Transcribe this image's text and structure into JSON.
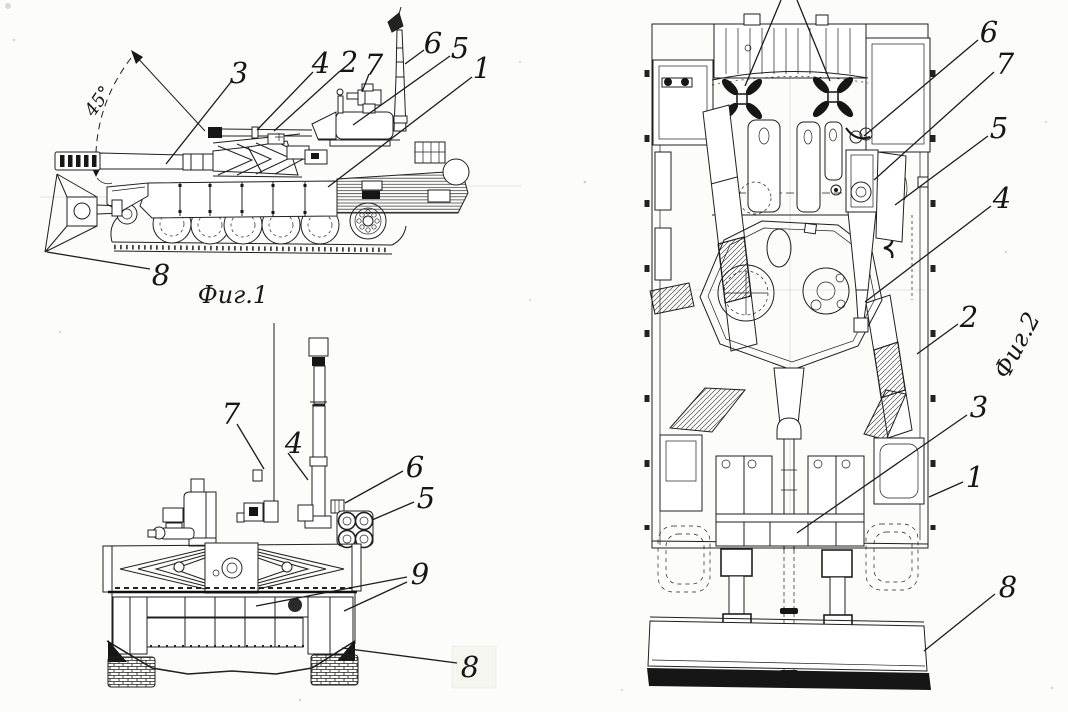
{
  "page": {
    "paper_color": "#fcfcfb",
    "ink_color": "#1f1f1f"
  },
  "fig1": {
    "caption": "Фиг.1",
    "angle_label": "45°",
    "callouts": [
      {
        "label": "3"
      },
      {
        "label": "4"
      },
      {
        "label": "2"
      },
      {
        "label": "7"
      },
      {
        "label": "6"
      },
      {
        "label": "5"
      },
      {
        "label": "1"
      },
      {
        "label": "8"
      }
    ]
  },
  "front_view": {
    "callouts": [
      {
        "label": "7"
      },
      {
        "label": "4"
      },
      {
        "label": "6"
      },
      {
        "label": "5"
      },
      {
        "label": "9"
      },
      {
        "label": "8"
      }
    ]
  },
  "fig2": {
    "caption": "Фиг.2",
    "callouts": [
      {
        "label": "6"
      },
      {
        "label": "7"
      },
      {
        "label": "5"
      },
      {
        "label": "4"
      },
      {
        "label": "2"
      },
      {
        "label": "3"
      },
      {
        "label": "1"
      },
      {
        "label": "8"
      }
    ]
  }
}
